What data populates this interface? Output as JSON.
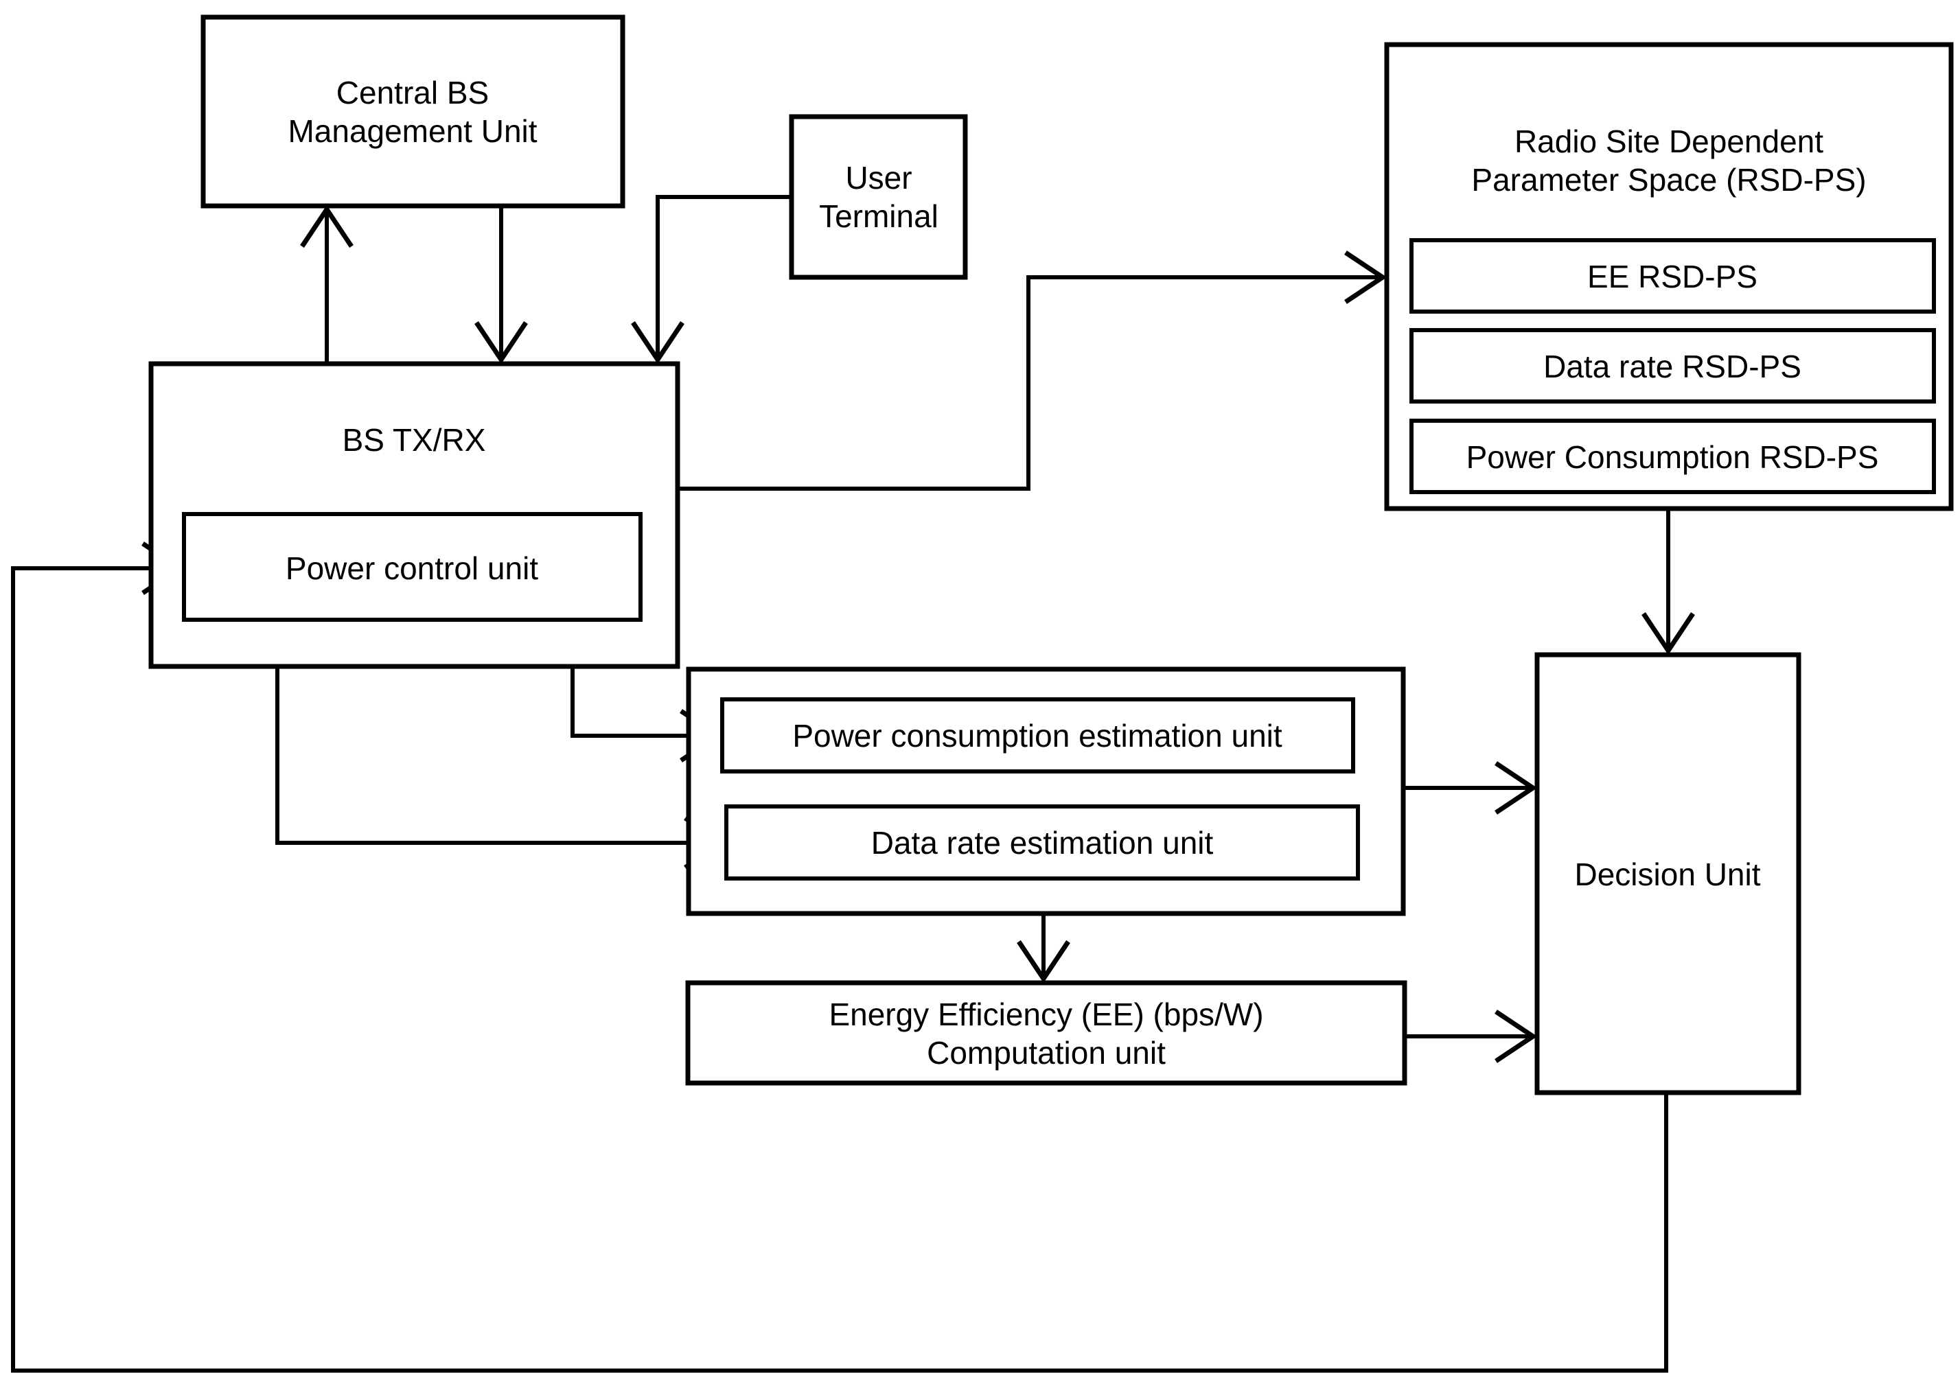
{
  "diagram": {
    "background": "#ffffff",
    "line_color": "#000000",
    "text_color": "#000000"
  },
  "nodes": {
    "central_bs": {
      "lines": [
        "Central BS",
        "Management Unit"
      ]
    },
    "user_terminal": {
      "lines": [
        "User",
        "Terminal"
      ]
    },
    "bs_txrx": {
      "label": "BS TX/RX"
    },
    "power_control": {
      "label": "Power control unit"
    },
    "rsdps": {
      "lines": [
        "Radio Site Dependent",
        "Parameter Space (RSD-PS)"
      ]
    },
    "ee_rsdps": {
      "label": "EE RSD-PS"
    },
    "data_rate_rsdps": {
      "label": "Data rate RSD-PS"
    },
    "power_consumption_rsdps": {
      "label": "Power Consumption RSD-PS"
    },
    "power_consumption_estimation": {
      "label": "Power consumption estimation unit"
    },
    "data_rate_estimation": {
      "label": "Data rate estimation unit"
    },
    "ee_computation": {
      "lines": [
        "Energy Efficiency (EE) (bps/W)",
        "Computation unit"
      ]
    },
    "decision_unit": {
      "label": "Decision Unit"
    }
  }
}
